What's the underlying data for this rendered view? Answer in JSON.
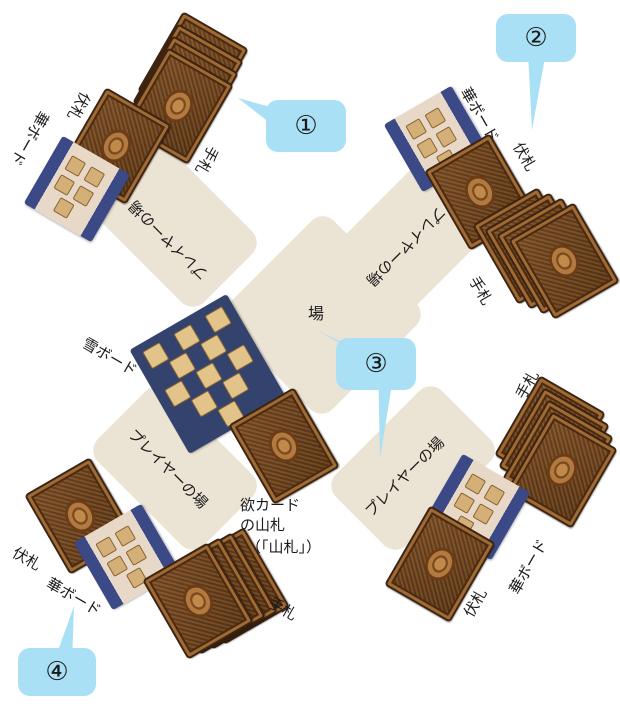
{
  "field_label": "場",
  "player_area_label": "プレイヤーの場",
  "hand_label": "手札",
  "facedown_label": "伏札",
  "hana_board_label": "華ボード",
  "snow_board_label": "雪ボード",
  "deck_label_line1": "欲カード",
  "deck_label_line2": "の山札",
  "deck_label_line3": "（「山札」）",
  "callouts": [
    "①",
    "②",
    "③",
    "④"
  ]
}
